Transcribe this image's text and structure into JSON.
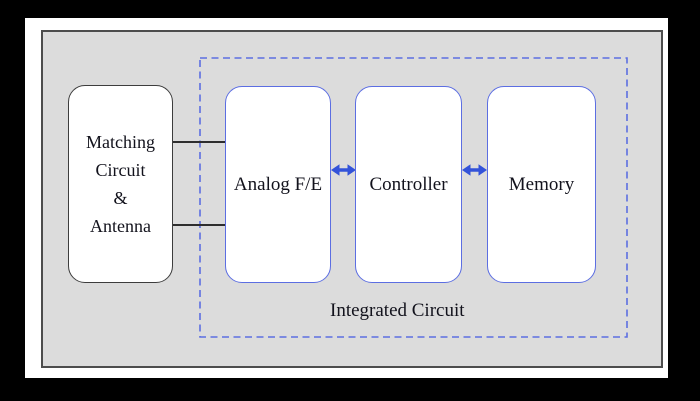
{
  "colors": {
    "frame_black": "#000000",
    "page_white": "#ffffff",
    "panel_gray": "#dcdcdc",
    "panel_border": "#4d4d4d",
    "dark_border": "#3d3d3d",
    "box_fill": "#ffffff",
    "blue_border": "#5c6ee2",
    "arrow_blue": "#3353d9",
    "text_color": "#12121c"
  },
  "diagram": {
    "antenna_block": {
      "label": "Matching\nCircuit\n&\nAntenna"
    },
    "ic_container": {
      "label": "Integrated Circuit"
    },
    "blocks": [
      {
        "label": "Analog F/E"
      },
      {
        "label": "Controller"
      },
      {
        "label": "Memory"
      }
    ]
  }
}
